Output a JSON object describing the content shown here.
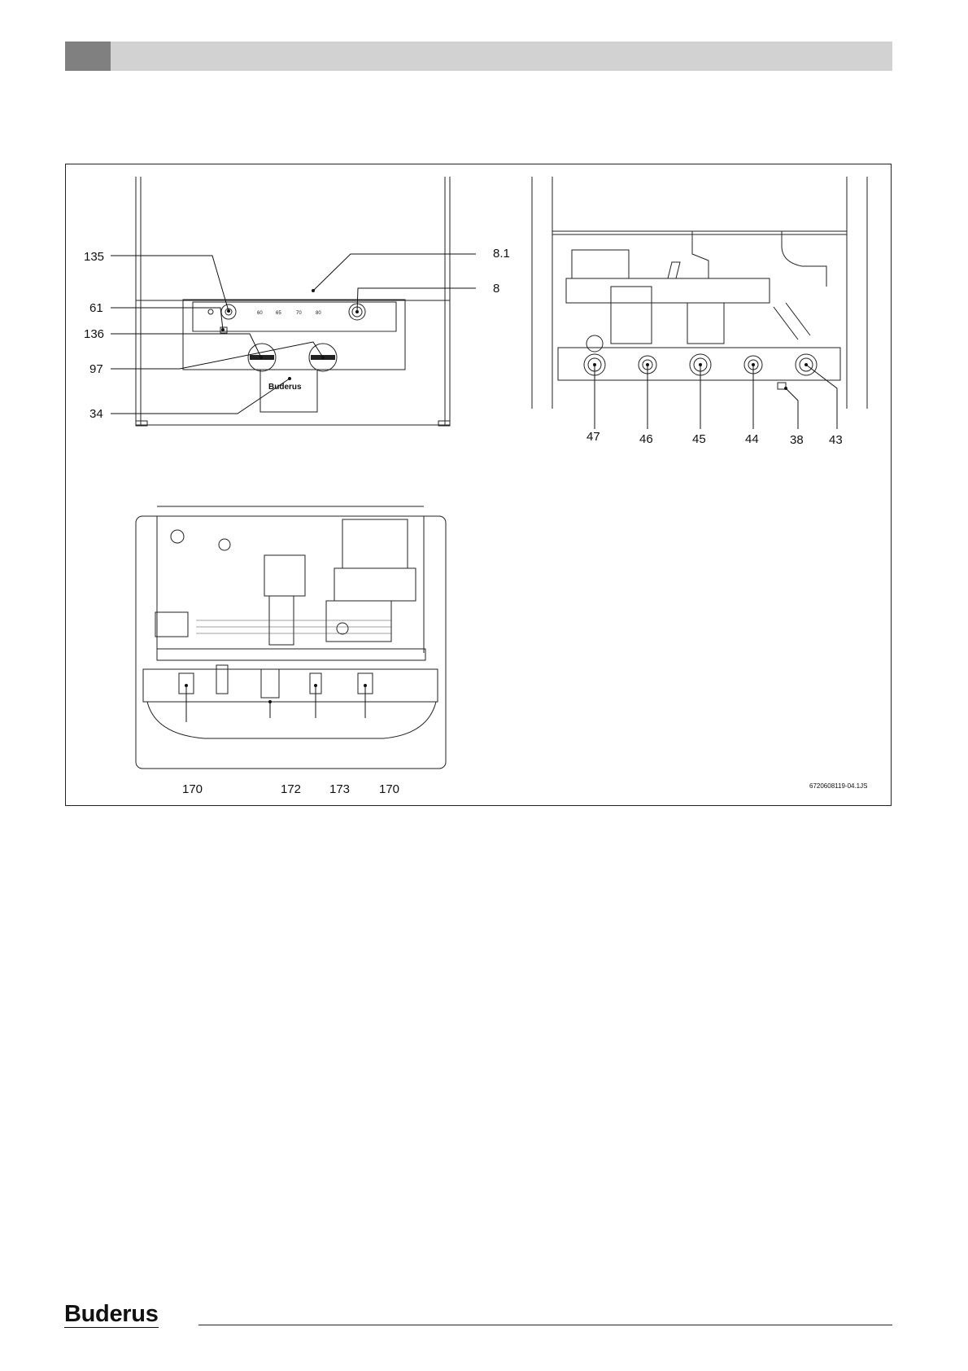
{
  "brand": {
    "logo_text": "Buderus"
  },
  "figure": {
    "drawing_id": "6720608119-04.1JS",
    "panel_front": {
      "labels": {
        "l135": "135",
        "l61": "61",
        "l136": "136",
        "l97": "97",
        "l34": "34",
        "l81": "8.1",
        "l8": "8"
      },
      "panel_marks": {
        "m1": "60",
        "m2": "65",
        "m3": "70",
        "m4": "80",
        "brand": "Buderus"
      }
    },
    "panel_bottom": {
      "labels": {
        "l47": "47",
        "l46": "46",
        "l45": "45",
        "l44": "44",
        "l38": "38",
        "l43": "43"
      }
    },
    "panel_valves": {
      "labels": {
        "l170a": "170",
        "l172": "172",
        "l173": "173",
        "l170b": "170"
      }
    }
  }
}
